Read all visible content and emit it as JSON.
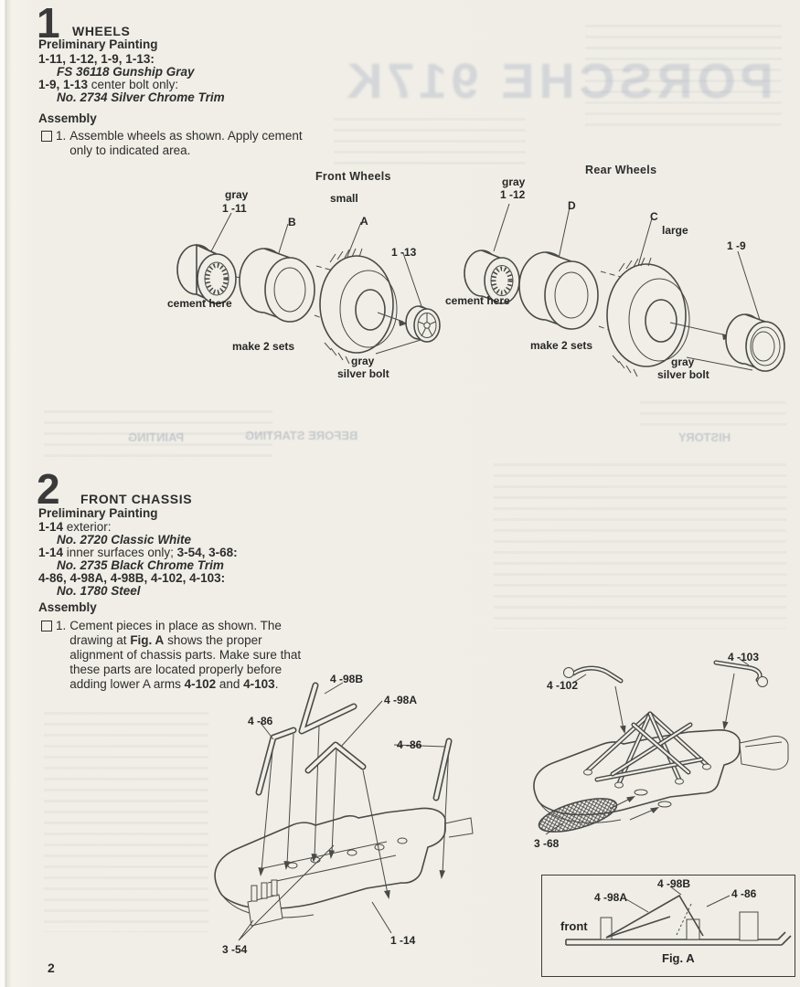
{
  "page": {
    "number": "2"
  },
  "colors": {
    "paper": "#f0eee6",
    "ink": "#2d2d2d",
    "line_art": "#4a4a48",
    "bleed": "#96a3be"
  },
  "bleedthrough": {
    "title": "PORSCHE 917K",
    "heading_left": "PAINTING",
    "heading_center": "BEFORE STARTING",
    "heading_right": "HISTORY"
  },
  "step1": {
    "number": "1",
    "title": "WHEELS",
    "painting_heading": "Preliminary Painting",
    "paint_line1_parts": "1-11, 1-12, 1-9, 1-13:",
    "paint_line1_color": "FS 36118 Gunship Gray",
    "paint_line2_parts": "1-9, 1-13",
    "paint_line2_rest": " center bolt only:",
    "paint_line2_color": "No. 2734 Silver Chrome Trim",
    "assembly_heading": "Assembly",
    "step_no": "1.",
    "step_text": "Assemble wheels as shown. Apply cement only to indicated area.",
    "front": {
      "title": "Front Wheels",
      "size": "small",
      "hub_color": "gray",
      "hub_part": "1 -11",
      "ring": "B",
      "tire": "A",
      "bolt_part": "1 -13",
      "cement": "cement here",
      "make": "make 2 sets",
      "bolt_color": "gray",
      "bolt_label": "silver bolt"
    },
    "rear": {
      "title": "Rear Wheels",
      "size": "large",
      "hub_color": "gray",
      "hub_part": "1 -12",
      "ring": "D",
      "tire": "C",
      "drum_part": "1 -9",
      "cement": "cement here",
      "make": "make 2 sets",
      "bolt_color": "gray",
      "bolt_label": "silver bolt"
    }
  },
  "step2": {
    "number": "2",
    "title": "FRONT CHASSIS",
    "painting_heading": "Preliminary Painting",
    "line1_parts": "1-14",
    "line1_rest": " exterior:",
    "line1_color": "No. 2720 Classic White",
    "line2_parts": "1-14",
    "line2_rest": " inner surfaces only; ",
    "line2_parts2": "3-54, 3-68:",
    "line2_color": "No. 2735 Black Chrome Trim",
    "line3_parts": "4-86, 4-98A, 4-98B, 4-102, 4-103:",
    "line3_color": "No. 1780 Steel",
    "assembly_heading": "Assembly",
    "step_no": "1.",
    "step_runs": {
      "r0": "Cement pieces in place as shown. The drawing at ",
      "r1": "Fig. A",
      "r2": " shows the proper alignment of chassis parts. Make sure that these parts are located properly before adding lower A arms ",
      "r3": "4-102",
      "r4": " and ",
      "r5": "4-103",
      "r6": "."
    },
    "left_diagram": {
      "l_98b": "4 -98B",
      "l_98a": "4 -98A",
      "l_86a": "4 -86",
      "l_86b": "4 -86",
      "l_354": "3 -54",
      "l_114": "1 -14"
    },
    "right_diagram": {
      "l_102": "4 -102",
      "l_103": "4 -103",
      "l_368": "3 -68"
    },
    "figA": {
      "l_98b": "4 -98B",
      "l_98a": "4 -98A",
      "l_86": "4 -86",
      "front_label": "front",
      "caption": "Fig. A"
    }
  }
}
